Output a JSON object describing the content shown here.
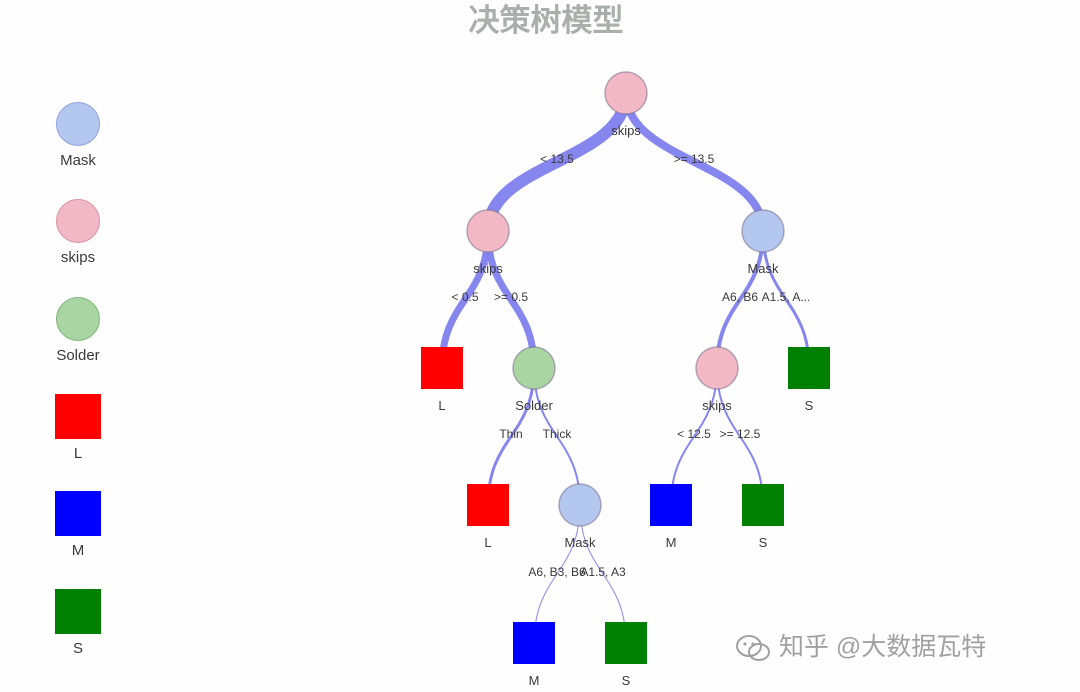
{
  "title": "决策树模型",
  "legend": [
    {
      "label": "Mask",
      "shape": "circle",
      "fill": "#b4c7ef",
      "stroke": "#8fa3d9"
    },
    {
      "label": "skips",
      "shape": "circle",
      "fill": "#f2b8c6",
      "stroke": "#d890a4"
    },
    {
      "label": "Solder",
      "shape": "circle",
      "fill": "#a8d5a2",
      "stroke": "#80b57a"
    },
    {
      "label": "L",
      "shape": "square",
      "fill": "#ff0000"
    },
    {
      "label": "M",
      "shape": "square",
      "fill": "#0000ff"
    },
    {
      "label": "S",
      "shape": "square",
      "fill": "#008000"
    }
  ],
  "colors": {
    "edge": "#8080ee",
    "label_text": "#3a3a3a"
  },
  "tree": {
    "nodes": [
      {
        "id": "n0",
        "label": "skips",
        "type": "circle",
        "color": "#f2b8c6"
      },
      {
        "id": "n1",
        "label": "skips",
        "type": "circle",
        "color": "#f2b8c6"
      },
      {
        "id": "n2",
        "label": "Mask",
        "type": "circle",
        "color": "#b4c7ef"
      },
      {
        "id": "n3",
        "label": "L",
        "type": "square",
        "color": "#ff0000"
      },
      {
        "id": "n4",
        "label": "Solder",
        "type": "circle",
        "color": "#a8d5a2"
      },
      {
        "id": "n5",
        "label": "skips",
        "type": "circle",
        "color": "#f2b8c6"
      },
      {
        "id": "n6",
        "label": "S",
        "type": "square",
        "color": "#008000"
      },
      {
        "id": "n7",
        "label": "L",
        "type": "square",
        "color": "#ff0000"
      },
      {
        "id": "n8",
        "label": "Mask",
        "type": "circle",
        "color": "#b4c7ef"
      },
      {
        "id": "n9",
        "label": "M",
        "type": "square",
        "color": "#0000ff"
      },
      {
        "id": "n10",
        "label": "S",
        "type": "square",
        "color": "#008000"
      },
      {
        "id": "n11",
        "label": "M",
        "type": "square",
        "color": "#0000ff"
      },
      {
        "id": "n12",
        "label": "S",
        "type": "square",
        "color": "#008000"
      }
    ],
    "edges": [
      {
        "from": "n0",
        "to": "n1",
        "label": "< 13.5",
        "weight": 12
      },
      {
        "from": "n0",
        "to": "n2",
        "label": ">= 13.5",
        "weight": 8
      },
      {
        "from": "n1",
        "to": "n3",
        "label": "< 0.5",
        "weight": 7
      },
      {
        "from": "n1",
        "to": "n4",
        "label": ">= 0.5",
        "weight": 7
      },
      {
        "from": "n2",
        "to": "n5",
        "label": "A6, B6",
        "weight": 4
      },
      {
        "from": "n2",
        "to": "n6",
        "label": "A1.5, A...",
        "weight": 3
      },
      {
        "from": "n4",
        "to": "n7",
        "label": "Thin",
        "weight": 3
      },
      {
        "from": "n4",
        "to": "n8",
        "label": "Thick",
        "weight": 2
      },
      {
        "from": "n5",
        "to": "n9",
        "label": "< 12.5",
        "weight": 2
      },
      {
        "from": "n5",
        "to": "n10",
        "label": ">= 12.5",
        "weight": 2
      },
      {
        "from": "n8",
        "to": "n11",
        "label": "A6, B3, B6",
        "weight": 1
      },
      {
        "from": "n8",
        "to": "n12",
        "label": "A1.5, A3",
        "weight": 1
      }
    ]
  },
  "watermark": {
    "text": "知乎 @大数据瓦特"
  }
}
